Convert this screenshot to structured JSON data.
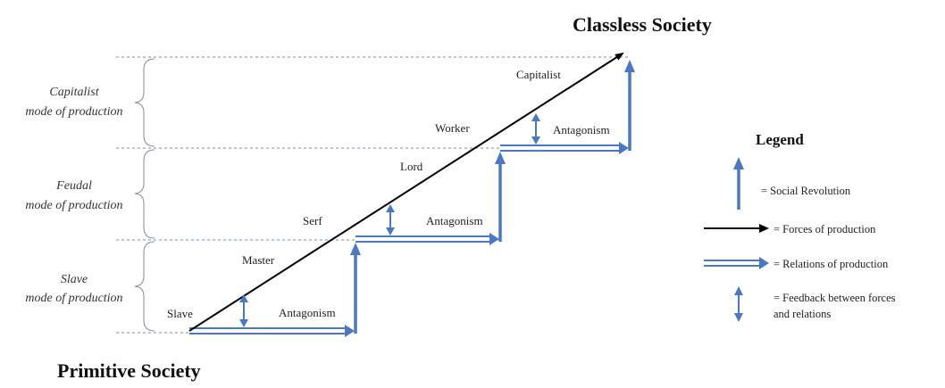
{
  "titles": {
    "top": "Classless Society",
    "bottom": "Primitive Society"
  },
  "modes": [
    {
      "line1": "Capitalist",
      "line2": "mode of production"
    },
    {
      "line1": "Feudal",
      "line2": "mode of production"
    },
    {
      "line1": "Slave",
      "line2": "mode of production"
    }
  ],
  "classes": {
    "slave": "Slave",
    "master": "Master",
    "serf": "Serf",
    "lord": "Lord",
    "worker": "Worker",
    "capitalist": "Capitalist"
  },
  "antagonism": [
    "Antagonism",
    "Antagonism",
    "Antagonism"
  ],
  "legend": {
    "title": "Legend",
    "social_revolution": "= Social Revolution",
    "forces": "= Forces of production",
    "relations": "= Relations of production",
    "feedback_line1": "= Feedback between forces",
    "feedback_line2": "and relations"
  },
  "colors": {
    "blue": "#4a78c2",
    "black": "#000000"
  }
}
